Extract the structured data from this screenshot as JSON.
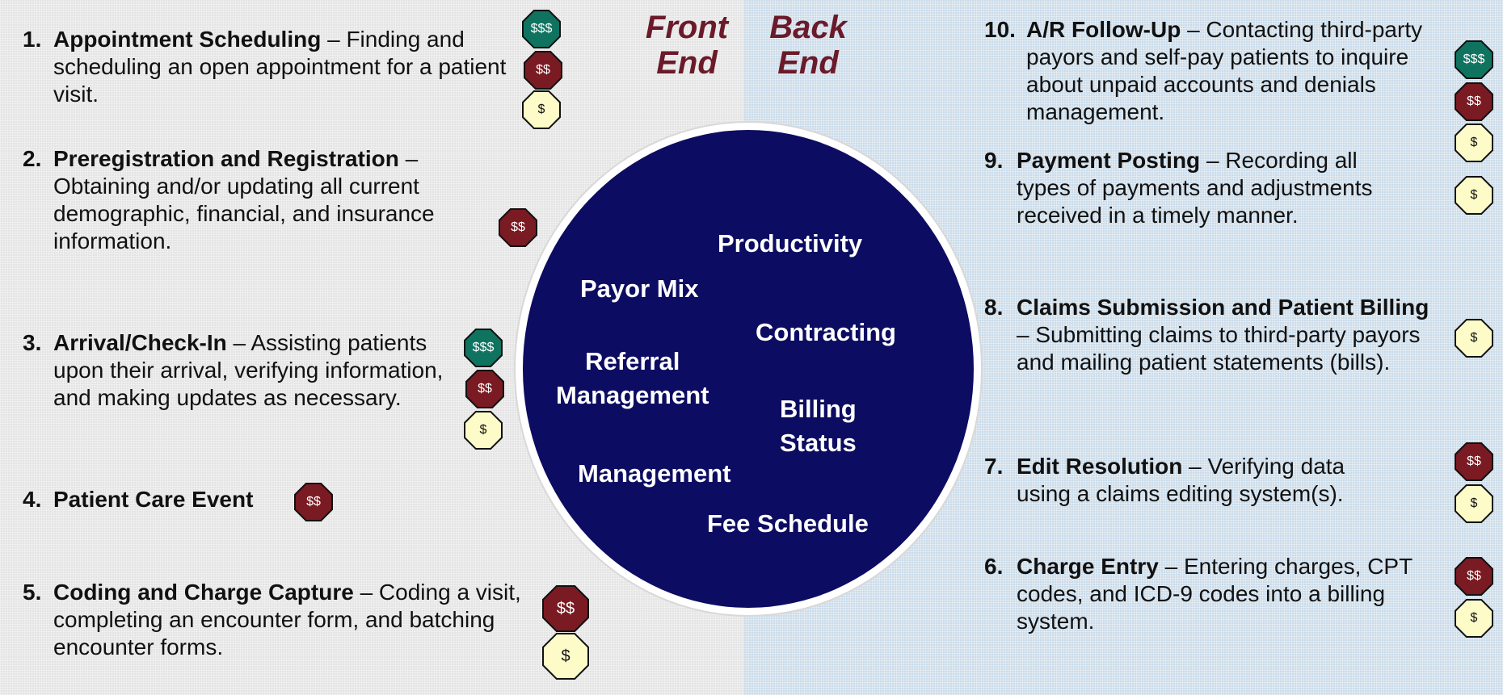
{
  "headings": {
    "front": "Front\nEnd",
    "back": "Back\nEnd"
  },
  "steps": [
    {
      "num": "1.",
      "title": "Appointment Scheduling",
      "desc": " – Finding and scheduling an open appointment for a patient visit."
    },
    {
      "num": "2.",
      "title": "Preregistration and Registration",
      "desc": " – Obtaining and/or updating all current demographic, financial, and insurance information."
    },
    {
      "num": "3.",
      "title": "Arrival/Check-In",
      "desc": " – Assisting patients upon their arrival, verifying information, and making updates as necessary."
    },
    {
      "num": "4.",
      "title": "Patient Care Event",
      "desc": ""
    },
    {
      "num": "5.",
      "title": "Coding and Charge Capture",
      "desc": " – Coding a visit, completing an encounter form, and batching encounter forms."
    },
    {
      "num": "10.",
      "title": "A/R Follow-Up",
      "desc": " – Contacting third-party payors and self-pay patients to inquire about unpaid accounts and denials management."
    },
    {
      "num": "9.",
      "title": "Payment Posting",
      "desc": " – Recording all types of payments and adjustments received in a timely manner."
    },
    {
      "num": "8.",
      "title": "Claims Submission and Patient Billing",
      "desc": " – Submitting claims to third-party payors and mailing patient statements (bills)."
    },
    {
      "num": "7.",
      "title": "Edit Resolution",
      "desc": " – Verifying data using a claims editing system(s)."
    },
    {
      "num": "6.",
      "title": "Charge Entry",
      "desc": " – Entering charges, CPT codes, and ICD-9 codes into a billing system."
    }
  ],
  "circle_items": [
    "Productivity",
    "Payor Mix",
    "Contracting",
    "Referral\nManagement",
    "Billing\nStatus",
    "Management",
    "Fee Schedule"
  ],
  "badges": {
    "high": "$$$",
    "medium": "$$",
    "low": "$"
  },
  "colors": {
    "high": "#0f7360",
    "medium": "#7a1a22",
    "low": "#fdfbc8",
    "heading": "#6b1a2a",
    "circle": "#0c0c62"
  }
}
